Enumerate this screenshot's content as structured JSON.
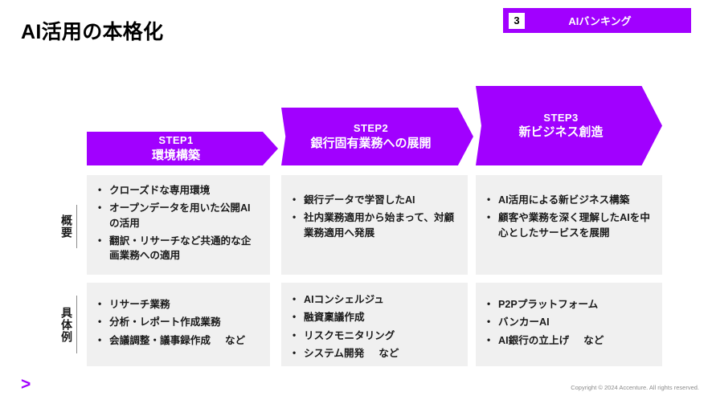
{
  "slide": {
    "title": "AI活用の本格化",
    "header_tag": {
      "number": "3",
      "label": "AIバンキング"
    },
    "accent_color": "#a100ff",
    "panel_color": "#f0f0f0",
    "logo_glyph": ">",
    "copyright": "Copyright © 2024 Accenture. All rights reserved."
  },
  "row_labels": {
    "overview": "概要",
    "examples": "具体例"
  },
  "steps": [
    {
      "id": "STEP1",
      "name": "環境構築",
      "overview": [
        "クローズドな専用環境",
        "オープンデータを用いた公開AIの活用",
        "翻訳・リサーチなど共通的な企画業務への適用"
      ],
      "examples": [
        {
          "text": "リサーチ業務",
          "suffix": ""
        },
        {
          "text": "分析・レポート作成業務",
          "suffix": ""
        },
        {
          "text": "会議調整・議事録作成",
          "suffix": "など"
        }
      ]
    },
    {
      "id": "STEP2",
      "name": "銀行固有業務への展開",
      "overview": [
        "銀行データで学習したAI",
        "社内業務適用から始まって、対顧業務適用へ発展"
      ],
      "examples": [
        {
          "text": "AIコンシェルジュ",
          "suffix": ""
        },
        {
          "text": "融資稟議作成",
          "suffix": ""
        },
        {
          "text": "リスクモニタリング",
          "suffix": ""
        },
        {
          "text": "システム開発",
          "suffix": "など"
        }
      ]
    },
    {
      "id": "STEP3",
      "name": "新ビジネス創造",
      "overview": [
        "AI活用による新ビジネス構築",
        "顧客や業務を深く理解したAIを中心としたサービスを展開"
      ],
      "examples": [
        {
          "text": "P2Pプラットフォーム",
          "suffix": ""
        },
        {
          "text": "バンカーAI",
          "suffix": ""
        },
        {
          "text": "AI銀行の立上げ",
          "suffix": "など"
        }
      ]
    }
  ]
}
